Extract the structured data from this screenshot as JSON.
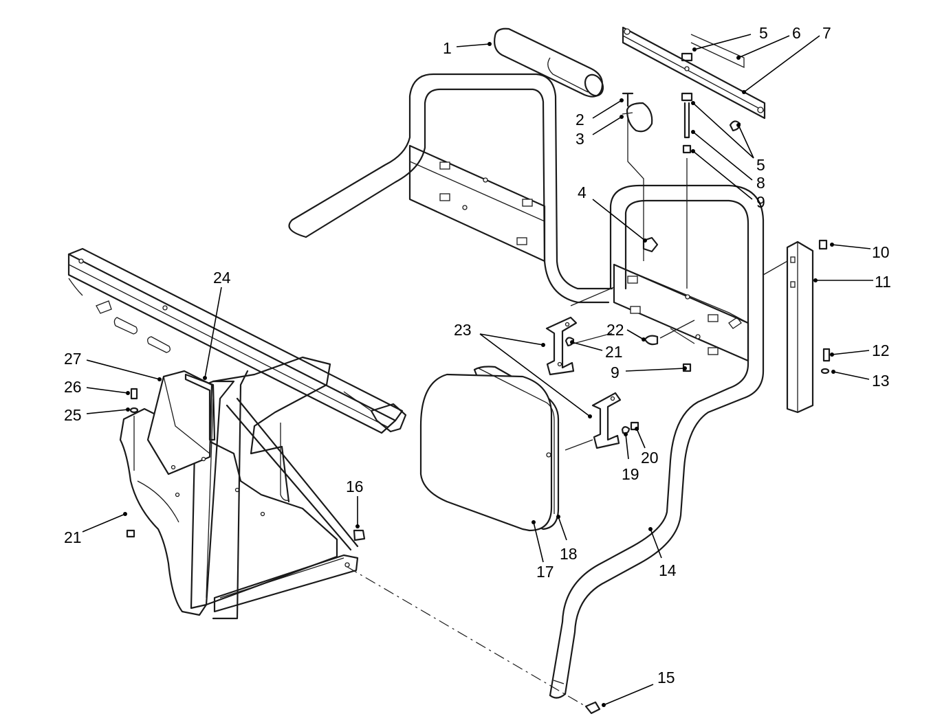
{
  "callouts": [
    {
      "key": "1",
      "label": "1"
    },
    {
      "key": "2",
      "label": "2"
    },
    {
      "key": "3",
      "label": "3"
    },
    {
      "key": "4",
      "label": "4"
    },
    {
      "key": "5a",
      "label": "5"
    },
    {
      "key": "6",
      "label": "6"
    },
    {
      "key": "7",
      "label": "7"
    },
    {
      "key": "5b",
      "label": "5"
    },
    {
      "key": "8",
      "label": "8"
    },
    {
      "key": "9a",
      "label": "9"
    },
    {
      "key": "10",
      "label": "10"
    },
    {
      "key": "11",
      "label": "11"
    },
    {
      "key": "12",
      "label": "12"
    },
    {
      "key": "13",
      "label": "13"
    },
    {
      "key": "22",
      "label": "22"
    },
    {
      "key": "21a",
      "label": "21"
    },
    {
      "key": "9b",
      "label": "9"
    },
    {
      "key": "23",
      "label": "23"
    },
    {
      "key": "20",
      "label": "20"
    },
    {
      "key": "19",
      "label": "19"
    },
    {
      "key": "24",
      "label": "24"
    },
    {
      "key": "27",
      "label": "27"
    },
    {
      "key": "26",
      "label": "26"
    },
    {
      "key": "25",
      "label": "25"
    },
    {
      "key": "21b",
      "label": "21"
    },
    {
      "key": "16",
      "label": "16"
    },
    {
      "key": "17",
      "label": "17"
    },
    {
      "key": "18",
      "label": "18"
    },
    {
      "key": "14",
      "label": "14"
    },
    {
      "key": "15",
      "label": "15"
    }
  ]
}
